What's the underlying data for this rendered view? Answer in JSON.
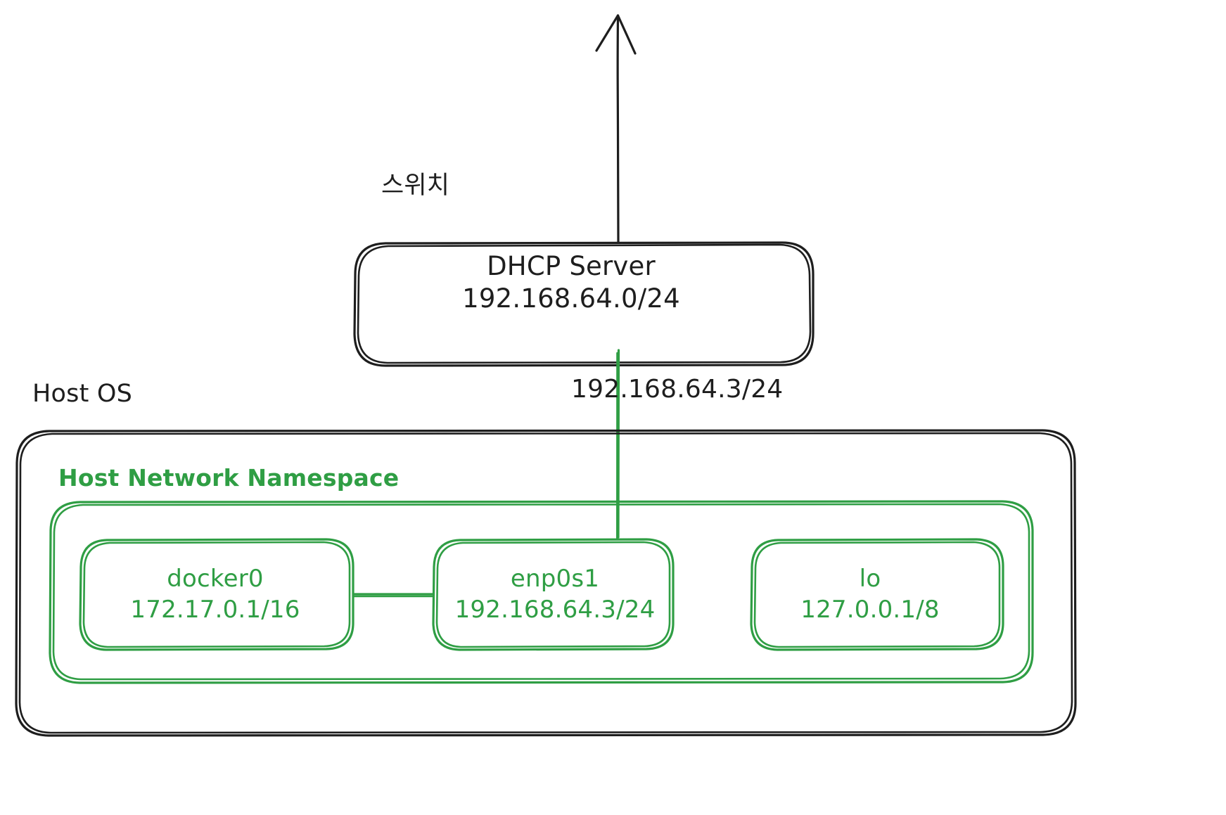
{
  "diagram": {
    "title": "Host OS network namespace diagram",
    "colors": {
      "stroke_black": "#1e1e1e",
      "stroke_green": "#2f9e44",
      "background": "#ffffff"
    },
    "labels": {
      "switch": "스위치",
      "host_os": "Host OS",
      "namespace": "Host Network Namespace"
    },
    "dhcp_box": {
      "title": "DHCP Server",
      "subnet": "192.168.64.0/24"
    },
    "uplink": {
      "ip": "192.168.64.3/24"
    },
    "interfaces": [
      {
        "name": "docker0",
        "ip": "172.17.0.1/16"
      },
      {
        "name": "enp0s1",
        "ip": "192.168.64.3/24"
      },
      {
        "name": "lo",
        "ip": "127.0.0.1/8"
      }
    ]
  }
}
